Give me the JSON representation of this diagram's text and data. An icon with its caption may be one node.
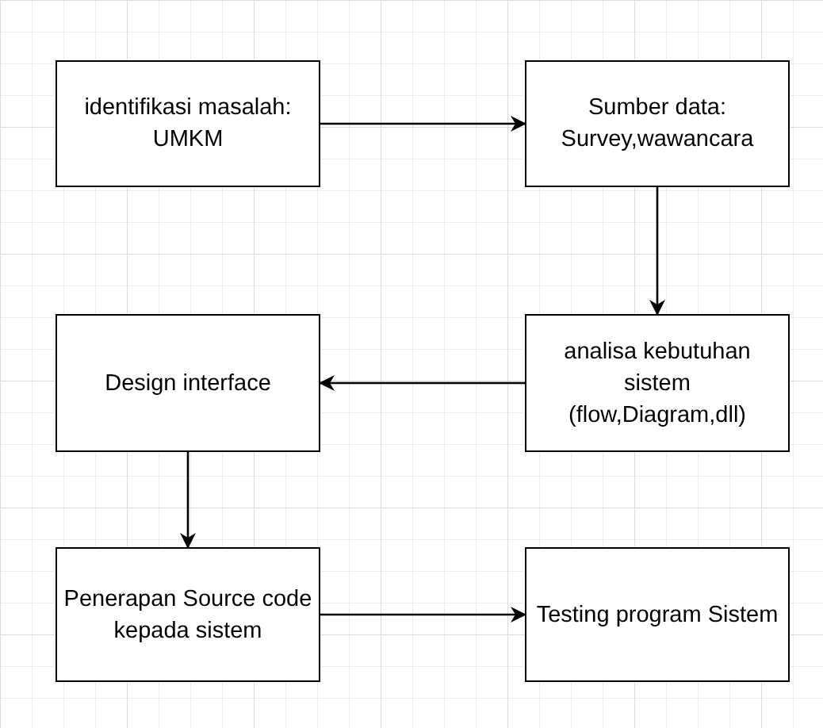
{
  "diagram": {
    "nodes": [
      {
        "text": [
          "identifikasi masalah: UMKM"
        ]
      },
      {
        "text": [
          "Sumber data: Survey,wawancara"
        ]
      },
      {
        "text": [
          "analisa kebutuhan sistem (flow,Diagram,dll)"
        ]
      },
      {
        "text": [
          "Design interface"
        ]
      },
      {
        "text": [
          "Penerapan Source code kepada sistem"
        ]
      },
      {
        "text": [
          "Testing program Sistem"
        ]
      }
    ],
    "edges": [
      {
        "from": 0,
        "to": 1,
        "arrow": "to"
      },
      {
        "from": 1,
        "to": 2,
        "arrow": "to"
      },
      {
        "from": 2,
        "to": 3,
        "arrow": "to"
      },
      {
        "from": 3,
        "to": 4,
        "arrow": "to"
      },
      {
        "from": 4,
        "to": 5,
        "arrow": "to"
      }
    ]
  }
}
